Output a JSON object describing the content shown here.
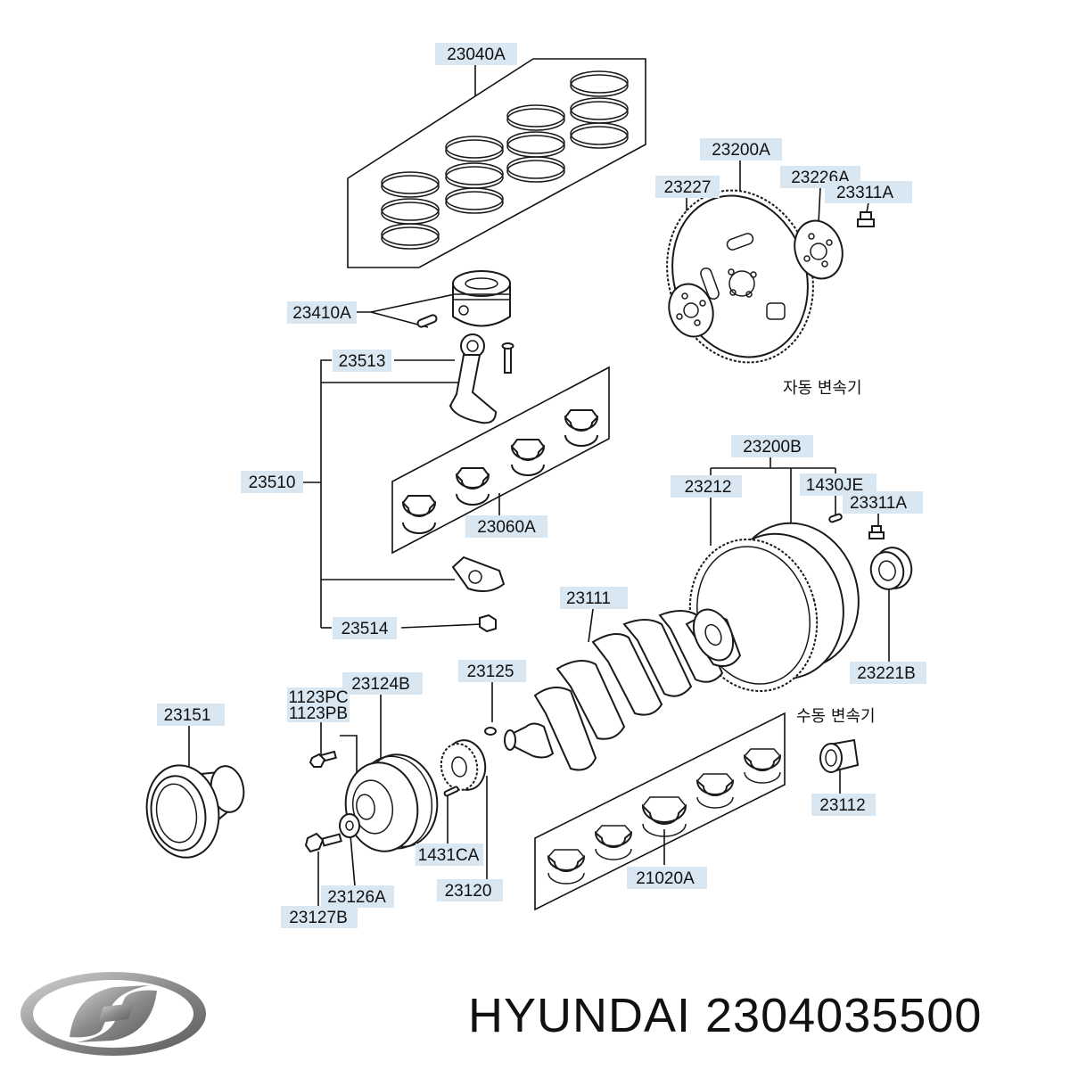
{
  "labels": {
    "l_23040A": "23040A",
    "l_23410A": "23410A",
    "l_23513": "23513",
    "l_23510": "23510",
    "l_23060A": "23060A",
    "l_23514": "23514",
    "l_23200A": "23200A",
    "l_23227": "23227",
    "l_23226A": "23226A",
    "l_23311A_top": "23311A",
    "l_23200B": "23200B",
    "l_23212": "23212",
    "l_1430JE": "1430JE",
    "l_23311A_bot": "23311A",
    "l_23111": "23111",
    "l_23221B": "23221B",
    "l_23125": "23125",
    "l_23124B": "23124B",
    "l_1123PC": "1123PC",
    "l_1123PB": "1123PB",
    "l_23151": "23151",
    "l_23112": "23112",
    "l_21020A": "21020A",
    "l_1431CA": "1431CA",
    "l_23120": "23120",
    "l_23126A": "23126A",
    "l_23127B": "23127B"
  },
  "notes": {
    "automatic": "자동 변속기",
    "manual": "수동 변속기"
  },
  "brand": {
    "caption": "HYUNDAI 2304035500"
  },
  "colors": {
    "label_background": "#d9e7f3",
    "line": "#111111"
  }
}
